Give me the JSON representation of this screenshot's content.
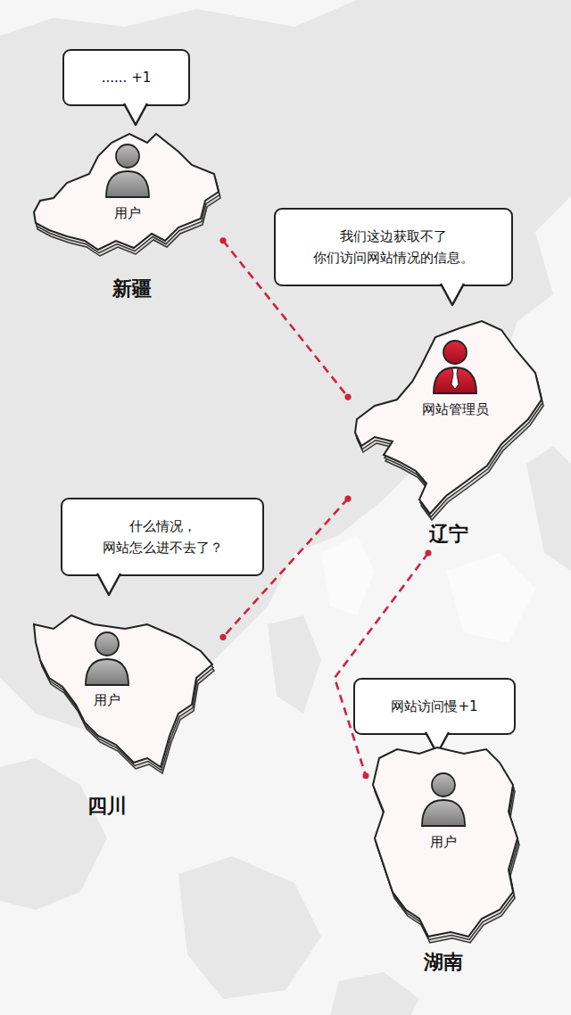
{
  "diagram": {
    "nodes": [
      {
        "text": [
          "...... +1"
        ]
      },
      {
        "text": [
          "用户",
          "新疆"
        ]
      },
      {
        "text": [
          "我们这边获取不了 你们访问网站情况的信息。"
        ]
      },
      {
        "text": [
          "网站管理员",
          "辽宁"
        ]
      },
      {
        "text": [
          "什么情况， 网站怎么进不去了？"
        ]
      },
      {
        "text": [
          "用户",
          "四川"
        ]
      },
      {
        "text": [
          "网站访问慢+1"
        ]
      },
      {
        "text": [
          "用户",
          "湖南"
        ]
      }
    ],
    "edges": [
      {
        "from": 1,
        "to": 3,
        "arrow": "none"
      },
      {
        "from": 3,
        "to": 5,
        "arrow": "none"
      },
      {
        "from": 3,
        "to": 7,
        "arrow": "none"
      }
    ]
  }
}
